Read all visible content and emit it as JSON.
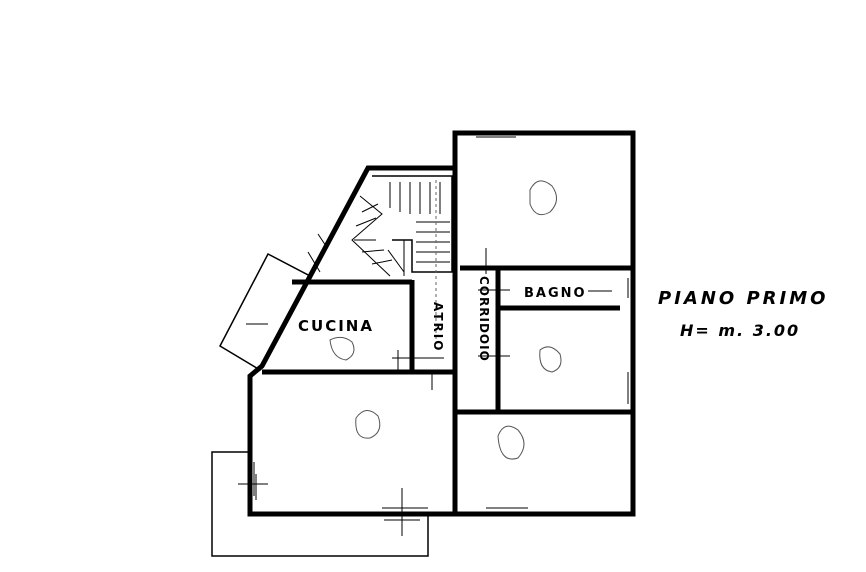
{
  "plan": {
    "title": "PIANO PRIMO",
    "height_note": "H= m. 3.00",
    "rooms": {
      "kitchen": "CUCINA",
      "bathroom": "BAGNO",
      "atrium": "ATRIO",
      "corridor": "CORRIDOIO"
    },
    "colors": {
      "ink": "#000000",
      "paper": "#ffffff"
    }
  }
}
